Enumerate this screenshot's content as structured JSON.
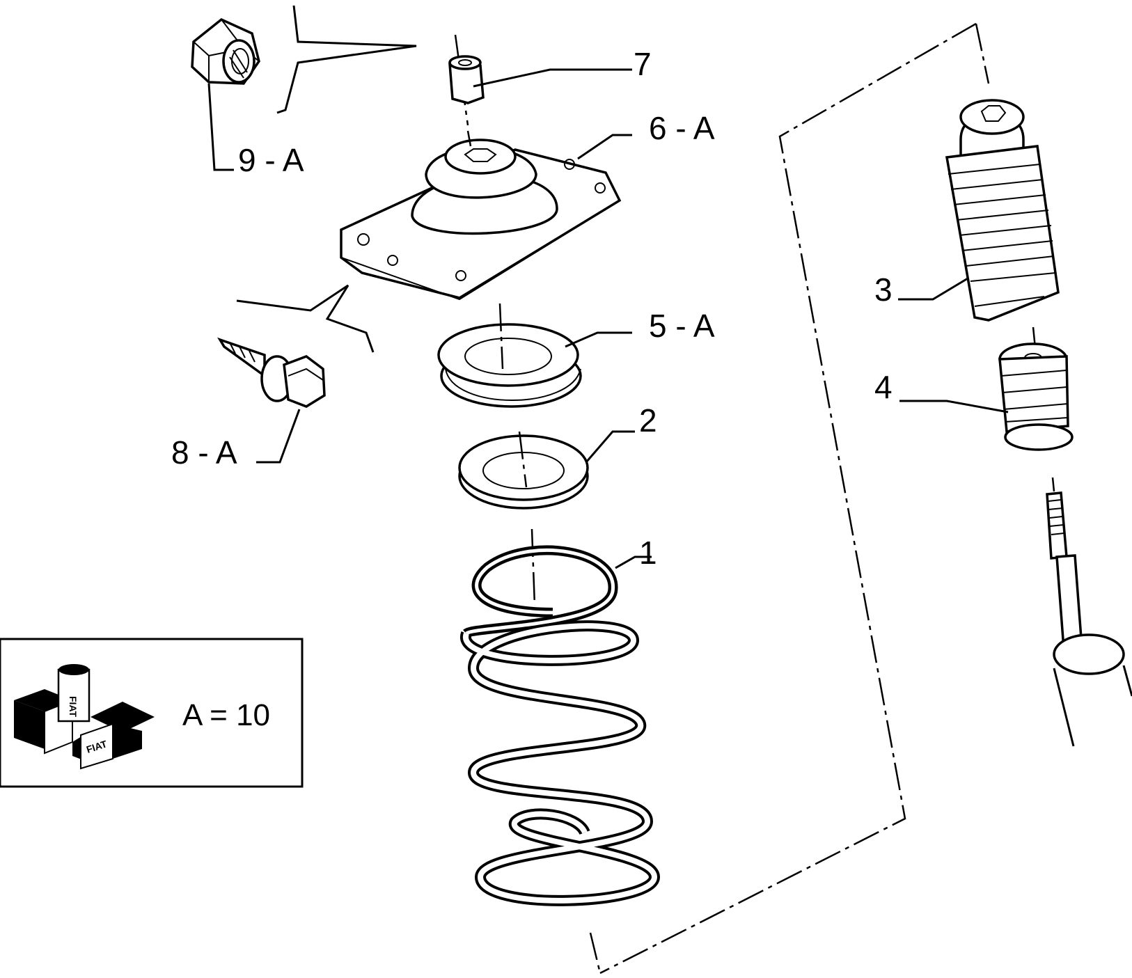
{
  "callouts": {
    "p1": "1",
    "p2": "2",
    "p3": "3",
    "p4": "4",
    "p5": "5 - A",
    "p6": "6 - A",
    "p7": "7",
    "p8": "8 - A",
    "p9": "9 - A"
  },
  "legend": {
    "value": "A = 10",
    "brand_mark": "FIAT"
  },
  "colors": {
    "line": "#000000",
    "background": "#ffffff"
  }
}
